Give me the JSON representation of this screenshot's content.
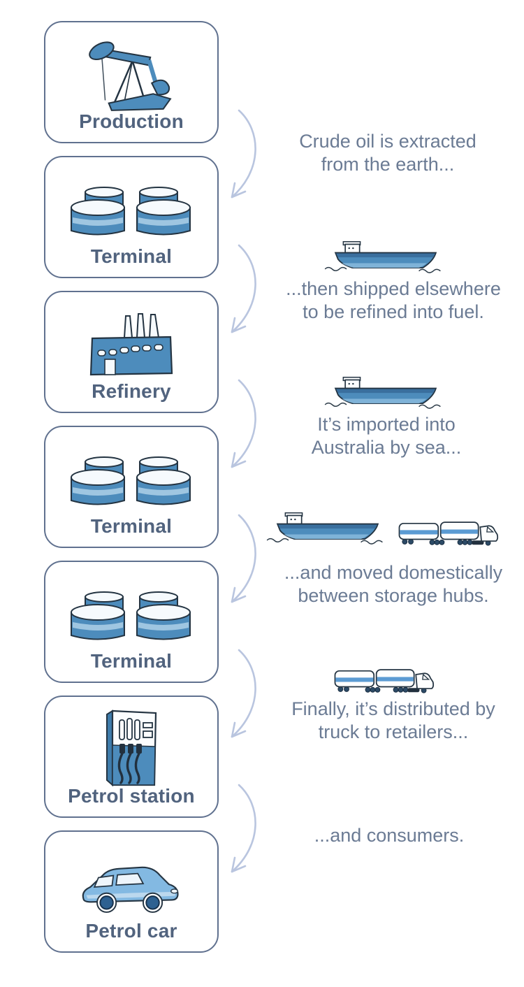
{
  "colors": {
    "background": "#ffffff",
    "box_border": "#60718f",
    "label_text": "#51637e",
    "annotation_text": "#6b7b94",
    "arrow": "#b9c5df",
    "icon_blue": "#4d8cbc",
    "icon_blue_light": "#85b7da",
    "icon_blue_pale": "#aed0e8",
    "icon_outline": "#243442",
    "wheel_dark": "#2c4a66"
  },
  "stages": [
    {
      "label": "Production",
      "icon": "oil-pump-jack-icon"
    },
    {
      "label": "Terminal",
      "icon": "storage-tanks-icon"
    },
    {
      "label": "Refinery",
      "icon": "refinery-icon"
    },
    {
      "label": "Terminal",
      "icon": "storage-tanks-icon"
    },
    {
      "label": "Terminal",
      "icon": "storage-tanks-icon"
    },
    {
      "label": "Petrol station",
      "icon": "petrol-pump-icon"
    },
    {
      "label": "Petrol car",
      "icon": "car-icon"
    }
  ],
  "annotations": [
    {
      "icons": [],
      "lines": [
        "Crude oil is extracted",
        "from the earth..."
      ]
    },
    {
      "icons": [
        "ship-icon"
      ],
      "lines": [
        "...then shipped elsewhere",
        "to be refined into fuel."
      ]
    },
    {
      "icons": [
        "ship-icon"
      ],
      "lines": [
        "It’s imported into",
        "Australia by sea..."
      ]
    },
    {
      "icons": [
        "ship-icon",
        "truck-icon"
      ],
      "lines": [
        "...and moved domestically",
        "between storage hubs."
      ]
    },
    {
      "icons": [
        "truck-icon"
      ],
      "lines": [
        "Finally, it’s distributed by",
        "truck to retailers..."
      ]
    },
    {
      "icons": [],
      "lines": [
        "...and consumers."
      ]
    }
  ]
}
